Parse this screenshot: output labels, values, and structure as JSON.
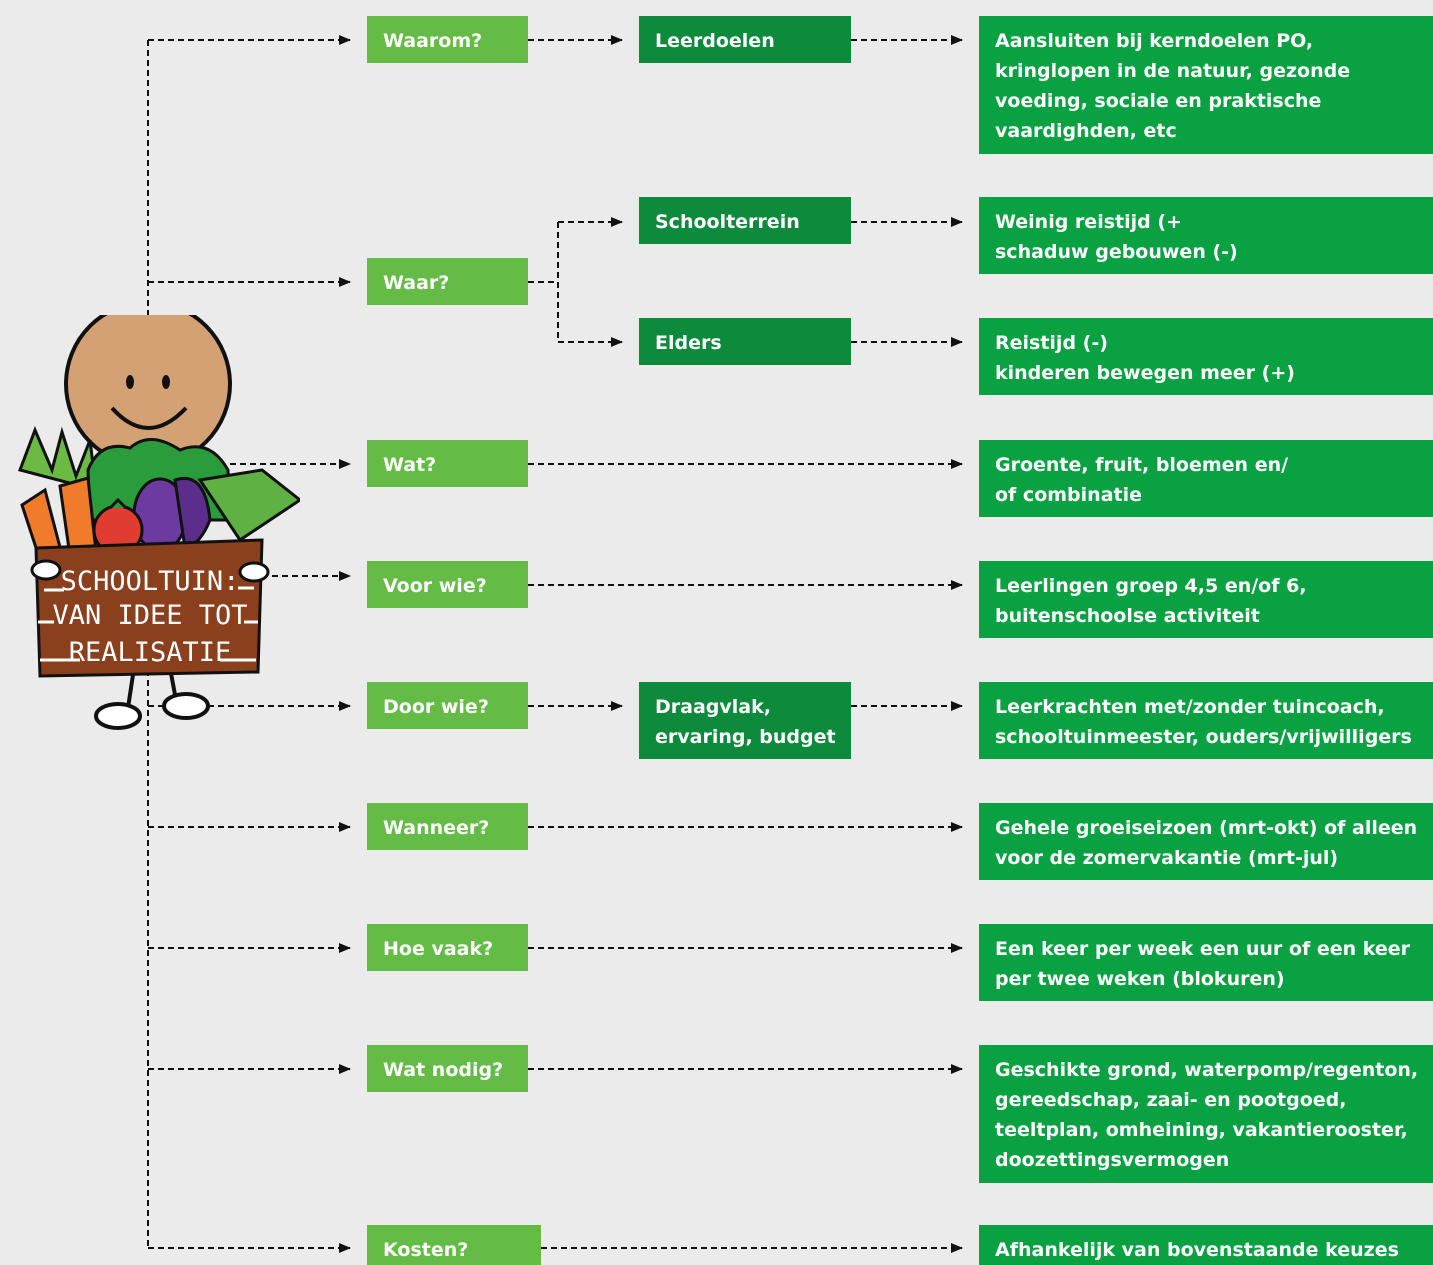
{
  "mascot": {
    "sign_lines": [
      "SCHOOLTUIN:",
      "VAN IDEE TOT",
      "REALISATIE"
    ]
  },
  "questions": [
    {
      "label": "Waarom?"
    },
    {
      "label": "Waar?"
    },
    {
      "label": "Wat?"
    },
    {
      "label": "Voor wie?"
    },
    {
      "label": "Door wie?"
    },
    {
      "label": "Wanneer?"
    },
    {
      "label": "Hoe vaak?"
    },
    {
      "label": "Wat nodig?"
    },
    {
      "label": "Kosten?"
    }
  ],
  "intermediates": [
    {
      "label": "Leerdoelen"
    },
    {
      "label": "Schoolterrein"
    },
    {
      "label": "Elders"
    },
    {
      "label": "Draagvlak,\nervaring, budget"
    }
  ],
  "answers": [
    {
      "text": "Aansluiten bij kerndoelen PO,\nkringlopen in de natuur, gezonde\nvoeding, sociale en praktische\nvaardighden, etc"
    },
    {
      "text": "Weinig  reistijd (+\nschaduw gebouwen (-)"
    },
    {
      "text": "Reistijd (-)\nkinderen bewegen meer (+)"
    },
    {
      "text": "Groente, fruit, bloemen en/\nof combinatie"
    },
    {
      "text": "Leerlingen groep 4,5 en/of 6,\nbuitenschoolse activiteit"
    },
    {
      "text": "Leerkrachten met/zonder tuincoach,\nschooltuinmeester, ouders/vrijwilligers"
    },
    {
      "text": "Gehele groeiseizoen (mrt-okt) of alleen\nvoor de zomervakantie (mrt-jul)"
    },
    {
      "text": "Een keer per week een uur of een keer\nper twee weken (blokuren)"
    },
    {
      "text": "Geschikte grond, waterpomp/regenton,\ngereedschap, zaai- en pootgoed,\nteeltplan, omheining, vakantierooster,\ndoozettingsvermogen"
    },
    {
      "text": "Afhankelijk van bovenstaande keuzes"
    }
  ],
  "colors": {
    "question_box": "#64bc46",
    "intermediate_box": "#0d8a3c",
    "answer_box": "#0aa143",
    "background": "#ebebeb",
    "crate": "#8a3f1d",
    "face": "#d4a174"
  }
}
